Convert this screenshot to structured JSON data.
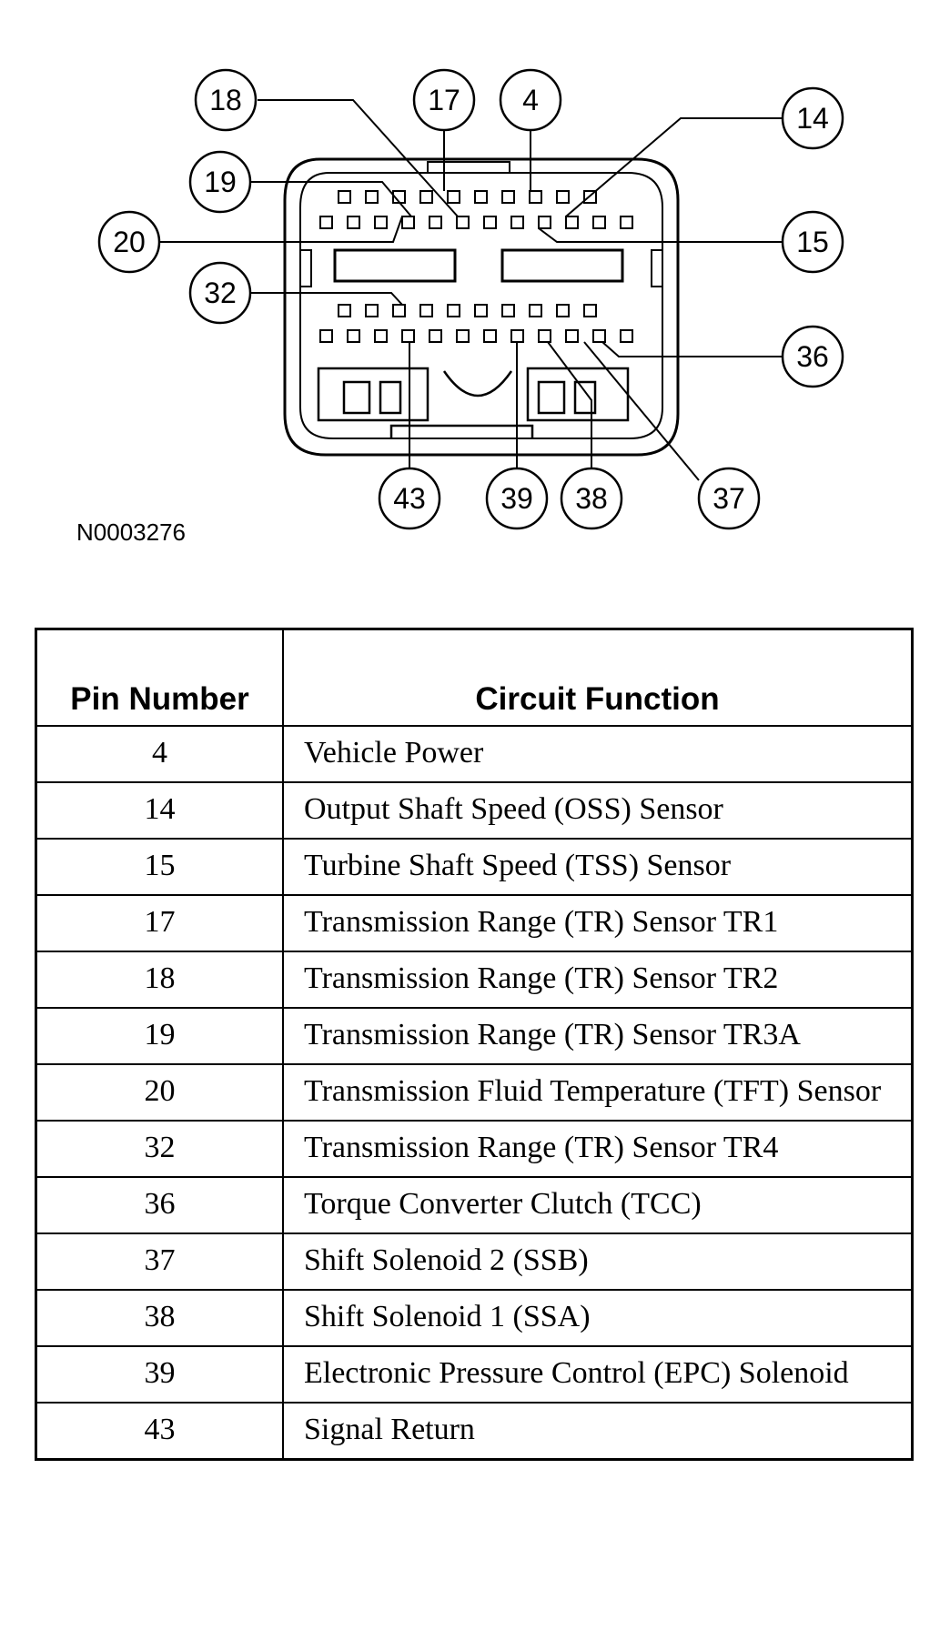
{
  "diagram": {
    "figure_id": "N0003276",
    "callouts": {
      "c18": "18",
      "c17": "17",
      "c4": "4",
      "c14": "14",
      "c19": "19",
      "c20": "20",
      "c15": "15",
      "c32": "32",
      "c36": "36",
      "c43": "43",
      "c39": "39",
      "c38": "38",
      "c37": "37"
    }
  },
  "table": {
    "headers": {
      "pin": "Pin Number",
      "function": "Circuit Function"
    },
    "rows": [
      {
        "pin": "4",
        "function": "Vehicle Power"
      },
      {
        "pin": "14",
        "function": "Output Shaft Speed (OSS) Sensor"
      },
      {
        "pin": "15",
        "function": "Turbine Shaft Speed (TSS) Sensor"
      },
      {
        "pin": "17",
        "function": "Transmission Range (TR) Sensor TR1"
      },
      {
        "pin": "18",
        "function": "Transmission Range (TR) Sensor TR2"
      },
      {
        "pin": "19",
        "function": "Transmission Range (TR) Sensor TR3A"
      },
      {
        "pin": "20",
        "function": "Transmission Fluid Temperature (TFT) Sensor"
      },
      {
        "pin": "32",
        "function": "Transmission Range (TR) Sensor TR4"
      },
      {
        "pin": "36",
        "function": "Torque Converter Clutch (TCC)"
      },
      {
        "pin": "37",
        "function": "Shift Solenoid 2 (SSB)"
      },
      {
        "pin": "38",
        "function": "Shift Solenoid 1 (SSA)"
      },
      {
        "pin": "39",
        "function": "Electronic Pressure Control (EPC) Solenoid"
      },
      {
        "pin": "43",
        "function": "Signal Return"
      }
    ]
  }
}
